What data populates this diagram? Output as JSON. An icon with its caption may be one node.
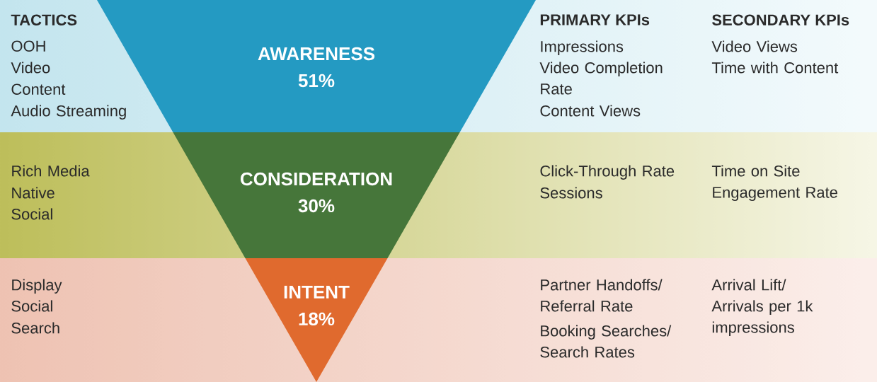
{
  "diagram": {
    "nodes": [
      {
        "text": [
          "AWARENESS",
          "51%"
        ]
      },
      {
        "text": [
          "CONSIDERATION",
          "30%"
        ]
      },
      {
        "text": [
          "INTENT",
          "18%"
        ]
      }
    ],
    "labels": [
      "TACTICS",
      "PRIMARY KPIs",
      "SECONDARY KPIs",
      "OOH",
      "Video",
      "Content",
      "Audio Streaming",
      "Impressions",
      "Video Completion Rate",
      "Content Views",
      "Video Views",
      "Time with Content",
      "Rich Media",
      "Native",
      "Social",
      "Click-Through Rate",
      "Sessions",
      "Time on Site",
      "Engagement Rate",
      "Display",
      "Social",
      "Search",
      "Partner Handoffs/ Referral Rate",
      "Booking Searches/ Search Rates",
      "Arrival Lift/ Arrivals per 1k impressions"
    ]
  }
}
